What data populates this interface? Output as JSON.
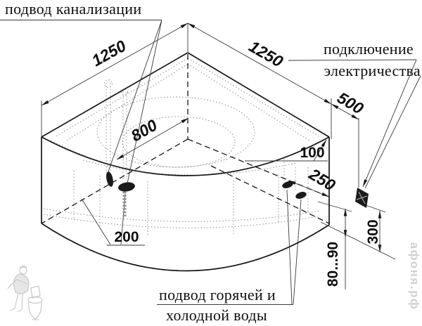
{
  "labels": {
    "sewer": "подвод канализации",
    "electric_line1": "подключение",
    "electric_line2": "электричества",
    "water_line1": "подвод горячей и",
    "water_line2": "холодной воды"
  },
  "dimensions": {
    "left_wall": "1250",
    "right_wall": "1250",
    "electric_offset": "500",
    "drain_offset": "800",
    "corner_to_pipes": "100",
    "pipes_spacing": "250",
    "drain_from_front": "200",
    "electric_height": "300",
    "floor_clearance": "80...90"
  },
  "watermark": {
    "site": "афоня.рф"
  },
  "colors": {
    "outline": "#151515",
    "dimension_line": "#3a3a3a",
    "hidden_dotted": "#8a8a8a",
    "watermark": "#d0d0d0"
  }
}
